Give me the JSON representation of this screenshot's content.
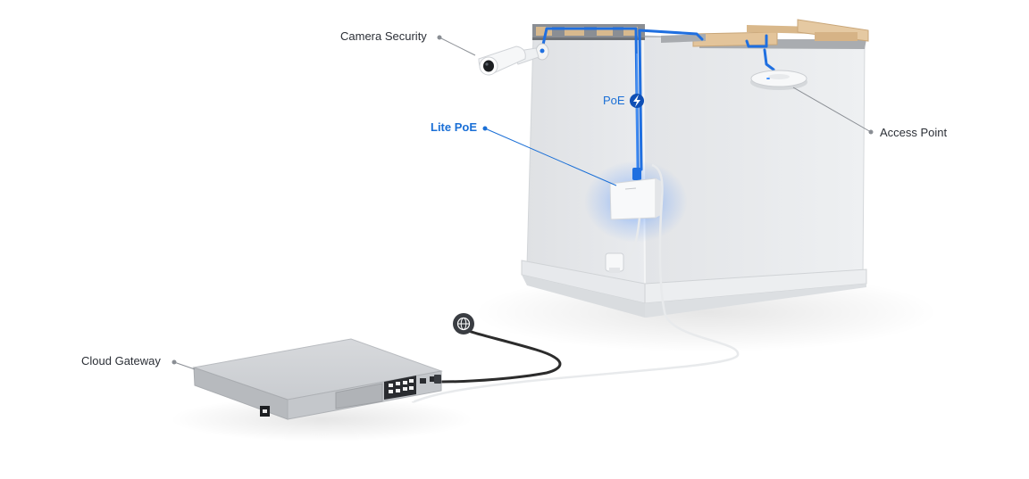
{
  "labels": {
    "camera": "Camera Security",
    "poe": "PoE",
    "lite_poe": "Lite PoE",
    "access_point": "Access Point",
    "cloud_gateway": "Cloud Gateway"
  },
  "colors": {
    "accent_blue": "#1a6fd6",
    "label_text": "#2b2f36",
    "dark_cable": "#2c2c2c",
    "white_cable": "#e6e8ea"
  },
  "icons": {
    "poe_badge": "lightning-bolt-icon",
    "internet": "globe-icon"
  }
}
